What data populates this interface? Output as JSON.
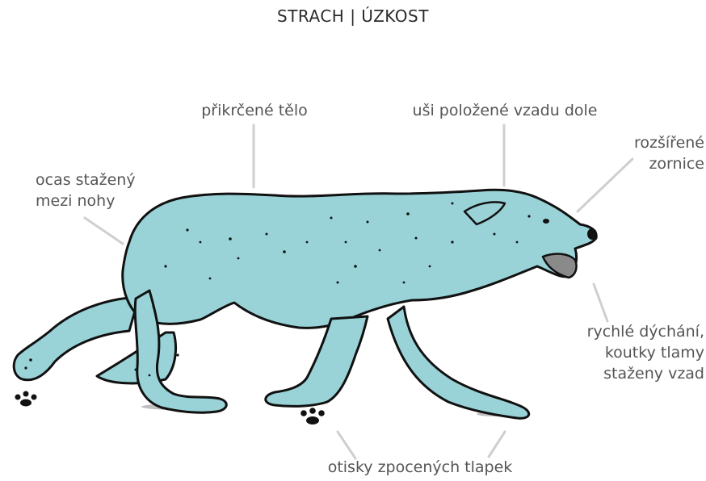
{
  "title": "STRACH | ÚZKOST",
  "colors": {
    "body_fill": "#99d3d8",
    "outline": "#111111",
    "leader": "#cfcfcf",
    "label_text": "#555555",
    "mouth": "#8a8a8a"
  },
  "labels": {
    "body": "přikrčené tělo",
    "ears": "uši položené vzadu dole",
    "pupils_line1": "rozšířené",
    "pupils_line2": "zornice",
    "tail_line1": "ocas stažený",
    "tail_line2": "mezi nohy",
    "breath_line1": "rychlé dýchání,",
    "breath_line2": "koutky tlamy",
    "breath_line3": "staženy vzad",
    "paws": "otisky zpocených tlapek"
  }
}
